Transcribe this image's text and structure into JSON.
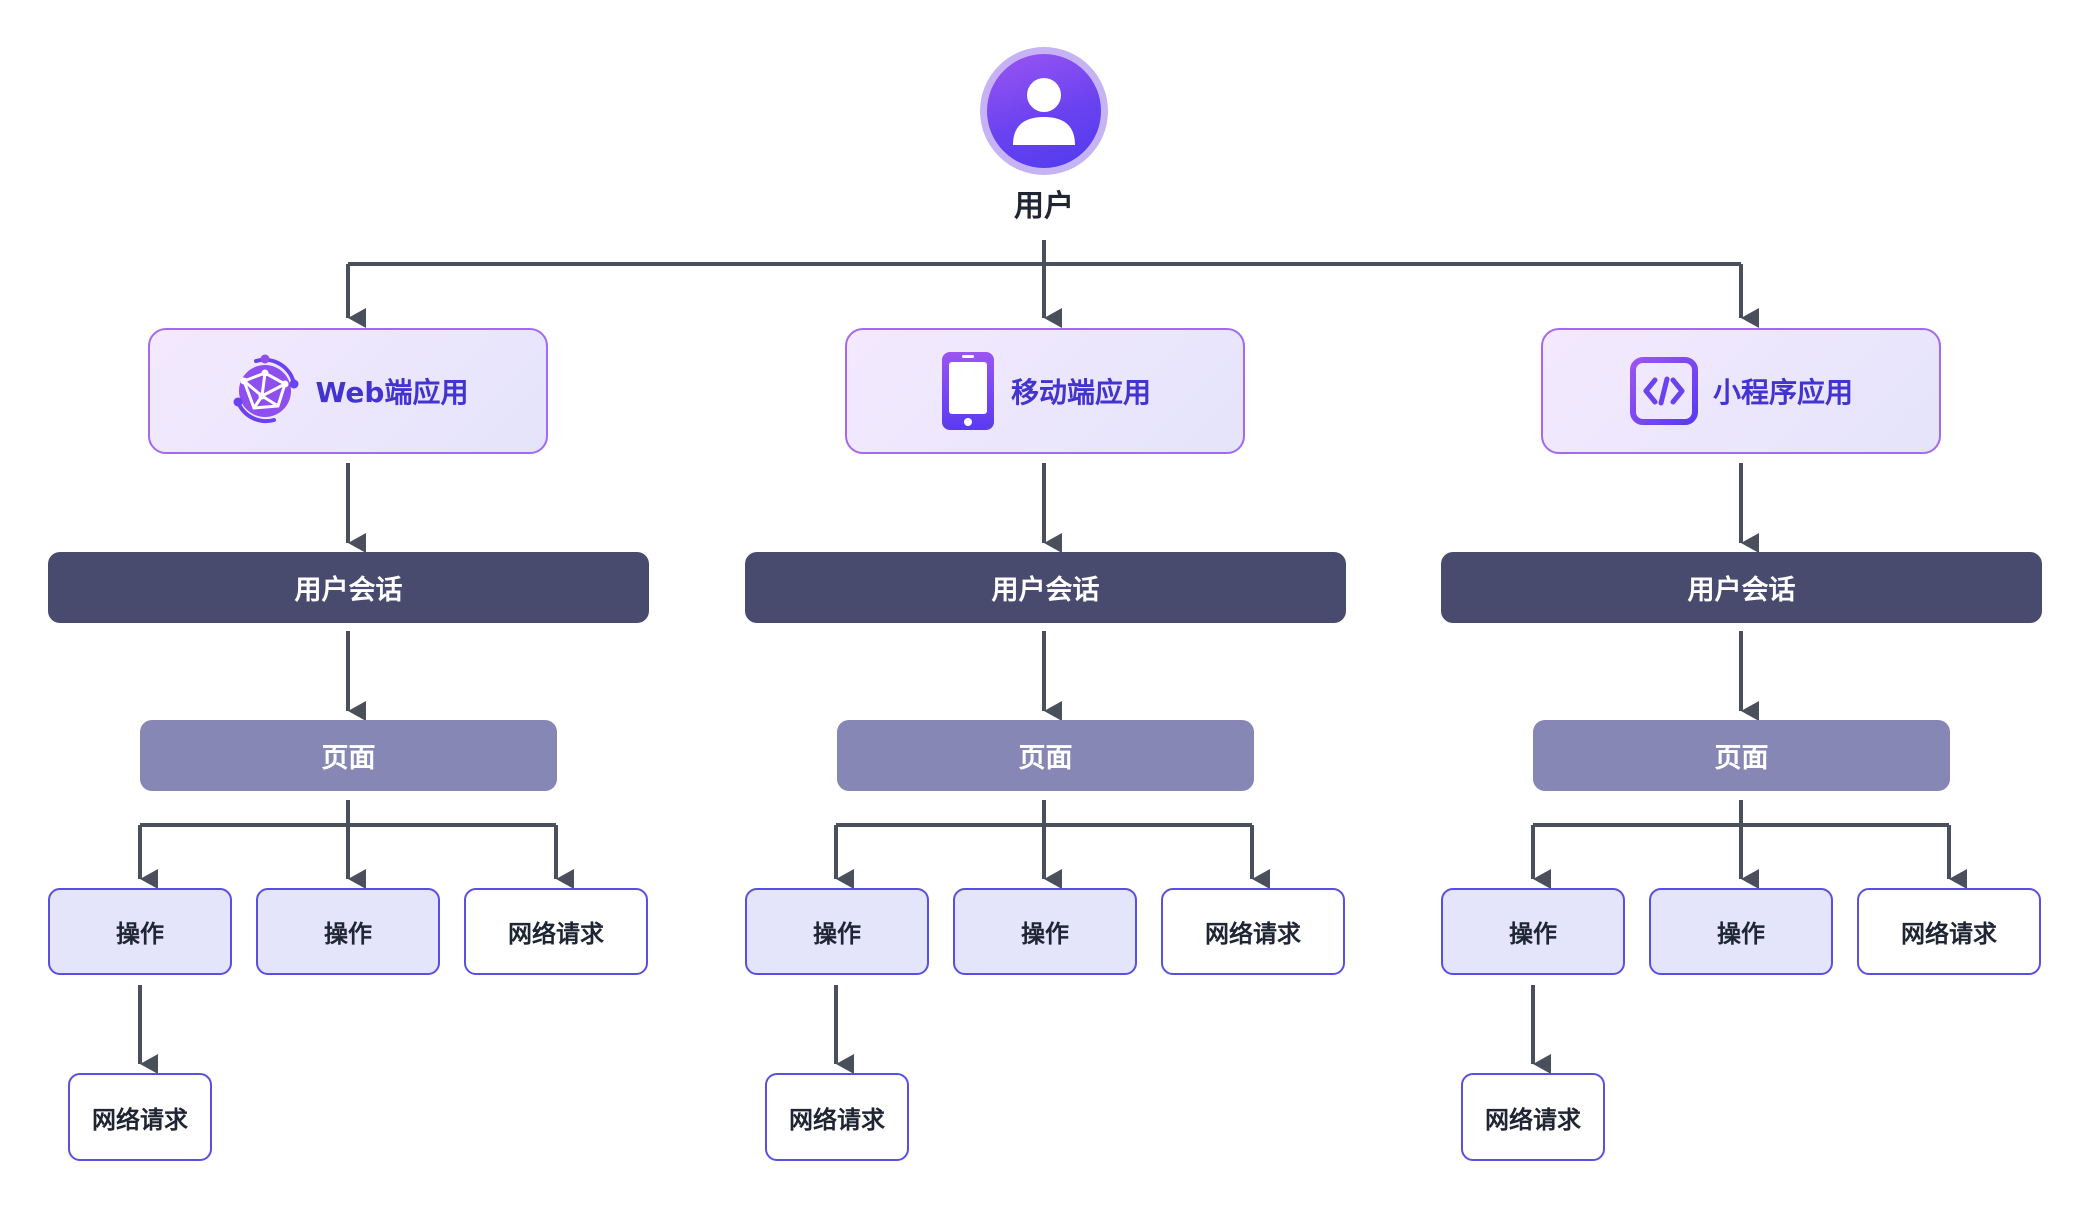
{
  "root": {
    "label": "用户",
    "icon": "user-icon"
  },
  "branches": [
    {
      "app": {
        "label": "Web端应用",
        "icon": "globe-network-icon"
      },
      "session": "用户会话",
      "page": "页面",
      "children": [
        {
          "label": "操作",
          "type": "operation"
        },
        {
          "label": "操作",
          "type": "operation"
        },
        {
          "label": "网络请求",
          "type": "request"
        }
      ],
      "grandchild": {
        "label": "网络请求",
        "type": "request"
      }
    },
    {
      "app": {
        "label": "移动端应用",
        "icon": "smartphone-icon"
      },
      "session": "用户会话",
      "page": "页面",
      "children": [
        {
          "label": "操作",
          "type": "operation"
        },
        {
          "label": "操作",
          "type": "operation"
        },
        {
          "label": "网络请求",
          "type": "request"
        }
      ],
      "grandchild": {
        "label": "网络请求",
        "type": "request"
      }
    },
    {
      "app": {
        "label": "小程序应用",
        "icon": "code-brackets-icon"
      },
      "session": "用户会话",
      "page": "页面",
      "children": [
        {
          "label": "操作",
          "type": "operation"
        },
        {
          "label": "操作",
          "type": "operation"
        },
        {
          "label": "网络请求",
          "type": "request"
        }
      ],
      "grandchild": {
        "label": "网络请求",
        "type": "request"
      }
    }
  ],
  "colors": {
    "connector": "#4a4f5c",
    "accent": "#5a4fe3",
    "session_bg": "#484a6e",
    "page_bg": "#8687b5",
    "operation_bg": "#e4e4fb",
    "app_border": "#a36af0"
  }
}
